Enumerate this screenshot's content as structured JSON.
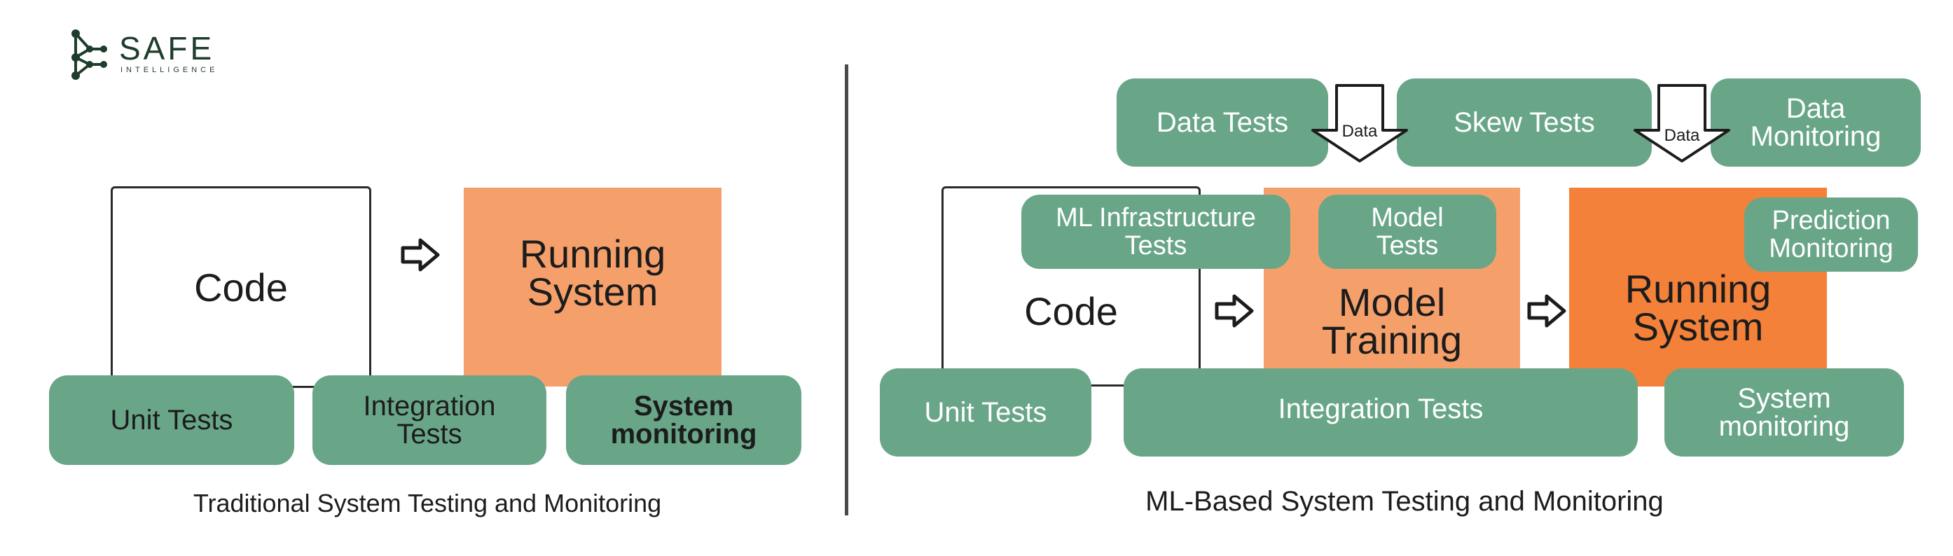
{
  "logo": {
    "name": "SAFE",
    "tagline": "INTELLIGENCE",
    "color": "#1f3d2c"
  },
  "colors": {
    "test_green": "#69a688",
    "training_orange": "#f5a06b",
    "running_orange": "#f3813a",
    "outline": "#2a2a2a"
  },
  "traditional": {
    "code_label": "Code",
    "running_label": "Running\nSystem",
    "tests": {
      "unit": "Unit Tests",
      "integration": "Integration\nTests",
      "monitoring": "System\nmonitoring"
    },
    "caption": "Traditional System Testing and Monitoring"
  },
  "ml": {
    "code_label": "Code",
    "training_label": "Model\nTraining",
    "running_label": "Running\nSystem",
    "top": {
      "data_tests": "Data Tests",
      "skew_tests": "Skew Tests",
      "data_monitoring": "Data\nMonitoring",
      "arrow1_label": "Data",
      "arrow2_label": "Data"
    },
    "middle": {
      "ml_infra_tests": "ML Infrastructure\nTests",
      "model_tests": "Model\nTests",
      "prediction_monitoring": "Prediction\nMonitoring"
    },
    "bottom": {
      "unit": "Unit Tests",
      "integration": "Integration Tests",
      "monitoring": "System\nmonitoring"
    },
    "caption": "ML-Based System Testing and Monitoring"
  }
}
